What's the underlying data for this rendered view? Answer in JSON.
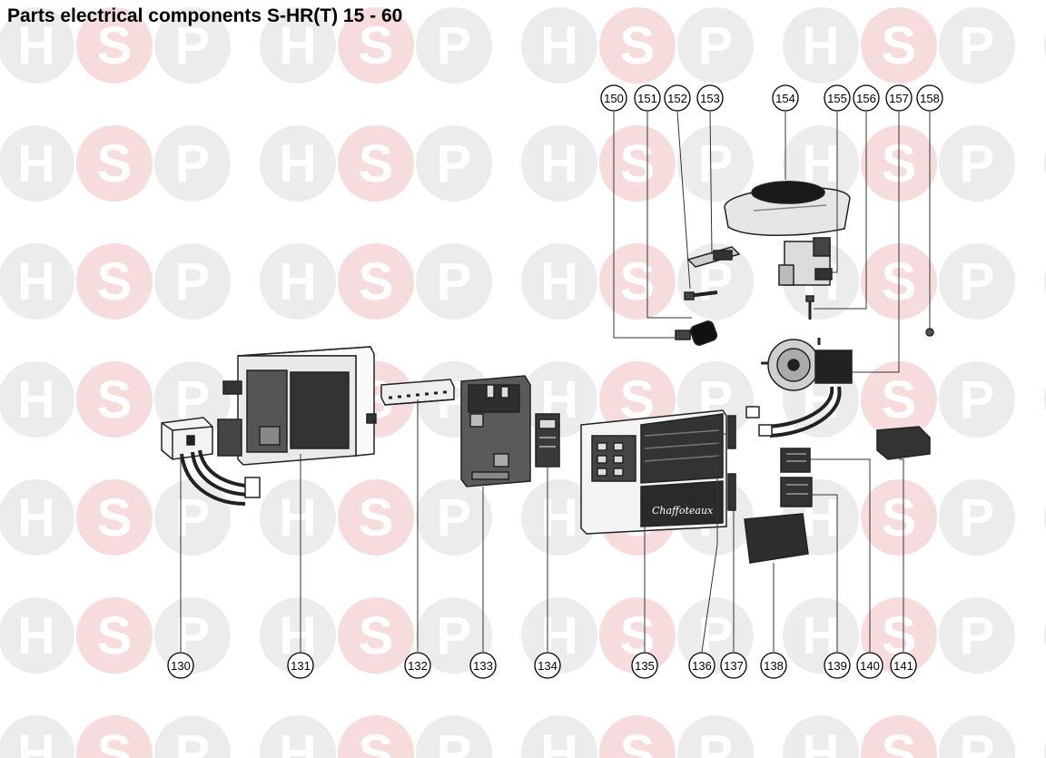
{
  "title": "Parts electrical components S-HR(T) 15 - 60",
  "watermark": {
    "letters": [
      "H",
      "S",
      "P"
    ],
    "colors": {
      "h": "#ececec",
      "s": "#f6dcdc",
      "p": "#ececec"
    }
  },
  "bottom_callouts": [
    "130",
    "131",
    "132",
    "133",
    "134",
    "135",
    "136",
    "137",
    "138",
    "139",
    "140",
    "141"
  ],
  "top_callouts": [
    "150",
    "151",
    "152",
    "153",
    "154",
    "155",
    "156",
    "157",
    "158"
  ],
  "panel_script_text": "Chaffoteaux"
}
